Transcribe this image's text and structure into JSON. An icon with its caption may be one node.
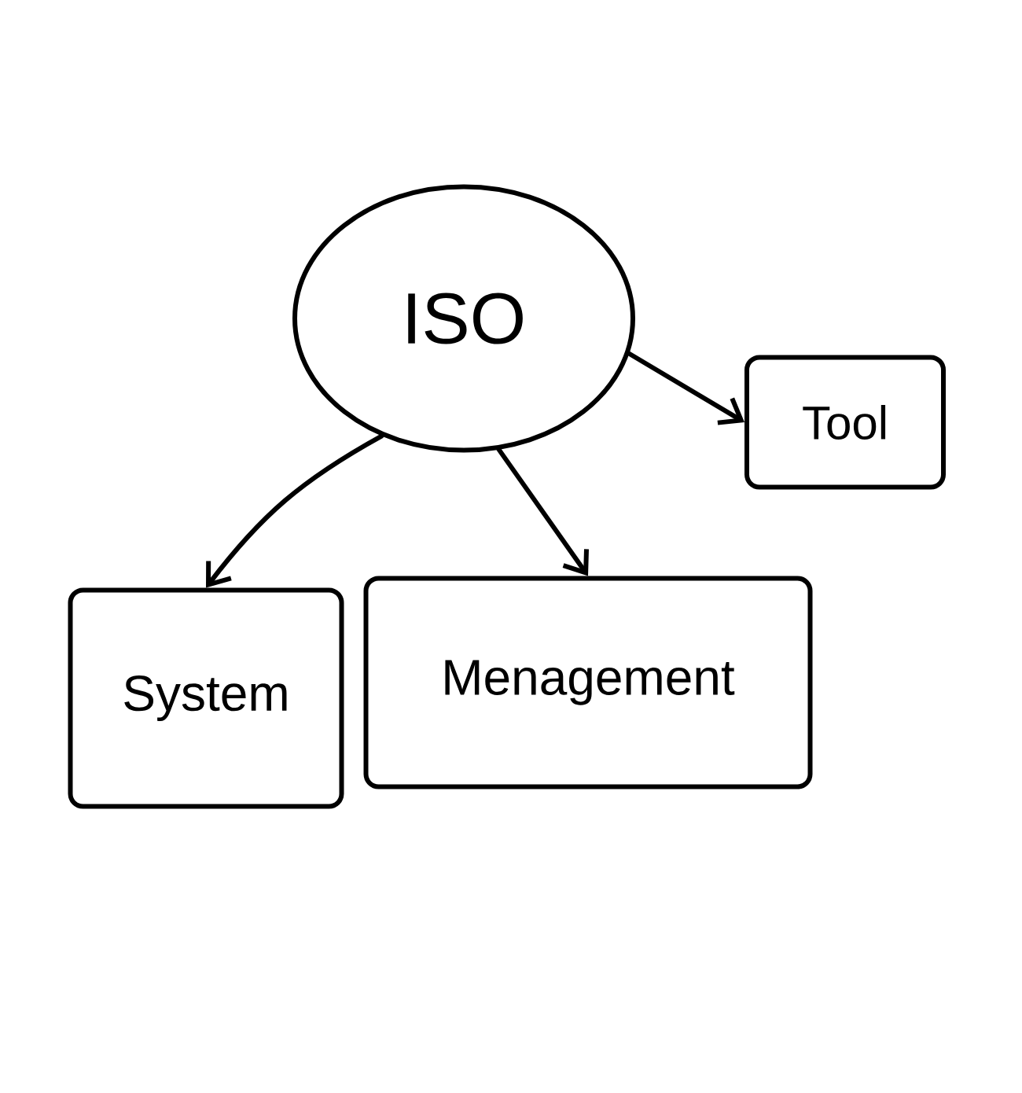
{
  "diagram": {
    "nodes": [
      {
        "text": [
          "ISO"
        ]
      },
      {
        "text": [
          "Tool"
        ]
      },
      {
        "text": [
          "System"
        ]
      },
      {
        "text": [
          "Menagement"
        ]
      }
    ],
    "edges": [
      {
        "from": 0,
        "to": 1,
        "arrow": "to"
      },
      {
        "from": 0,
        "to": 2,
        "arrow": "to"
      },
      {
        "from": 0,
        "to": 3,
        "arrow": "to"
      }
    ]
  }
}
